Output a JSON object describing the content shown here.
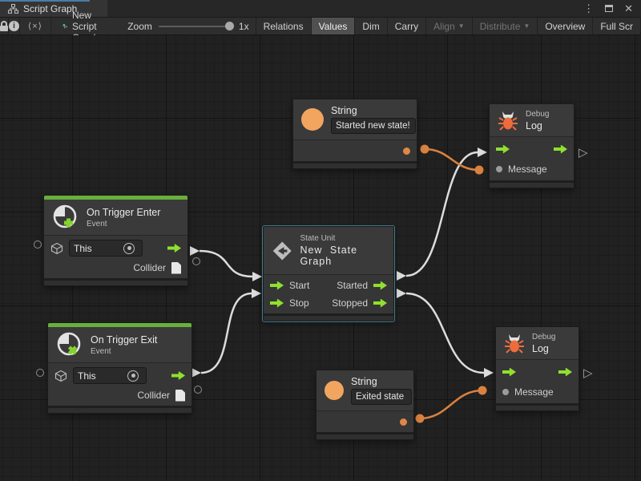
{
  "tab": {
    "title": "Script Graph"
  },
  "glyphs": {
    "menu": "⋮",
    "close": "✕",
    "code": "⟨×⟩",
    "dropdown": "▼",
    "continuation": "▷",
    "info": "i"
  },
  "toolbar": {
    "graph_name": "New Script Graph",
    "zoom": {
      "label": "Zoom",
      "value": "1x"
    },
    "buttons": [
      {
        "label": "Relations",
        "selected": false,
        "disabled": false
      },
      {
        "label": "Values",
        "selected": true,
        "disabled": false
      },
      {
        "label": "Dim",
        "selected": false,
        "disabled": false
      },
      {
        "label": "Carry",
        "selected": false,
        "disabled": false
      },
      {
        "label": "Align",
        "selected": false,
        "disabled": true,
        "dropdown": true
      },
      {
        "label": "Distribute",
        "selected": false,
        "disabled": true,
        "dropdown": true
      },
      {
        "label": "Overview",
        "selected": false,
        "disabled": false
      },
      {
        "label": "Full Scr",
        "selected": false,
        "disabled": false
      }
    ]
  },
  "nodes": {
    "string_top": {
      "title": "String",
      "value": "Started new state!"
    },
    "debug_top": {
      "category": "Debug",
      "title": "Log",
      "message_label": "Message"
    },
    "trigger_enter": {
      "title": "On Trigger Enter",
      "subtitle": "Event",
      "target": "This",
      "output": "Collider"
    },
    "state_unit": {
      "category": "State Unit",
      "title": "New State Graph",
      "in1": "Start",
      "in2": "Stop",
      "out1": "Started",
      "out2": "Stopped",
      "selected": true
    },
    "trigger_exit": {
      "title": "On Trigger Exit",
      "subtitle": "Event",
      "target": "This",
      "output": "Collider"
    },
    "string_bottom": {
      "title": "String",
      "value": "Exited state"
    },
    "debug_bottom": {
      "category": "Debug",
      "title": "Log",
      "message_label": "Message"
    }
  },
  "colors": {
    "tab_accent": "#4a7ba6",
    "event_green": "#68b03c",
    "flow_green": "#90e02f",
    "badge_green": "#84d42c",
    "orange_fill": "#f2a55f",
    "orange_port": "#e08747",
    "orange_wire": "#d9823f",
    "wire_white": "#dcdcdc",
    "bug_orange": "#ed6c3c",
    "selection": "#3f7a8c"
  }
}
